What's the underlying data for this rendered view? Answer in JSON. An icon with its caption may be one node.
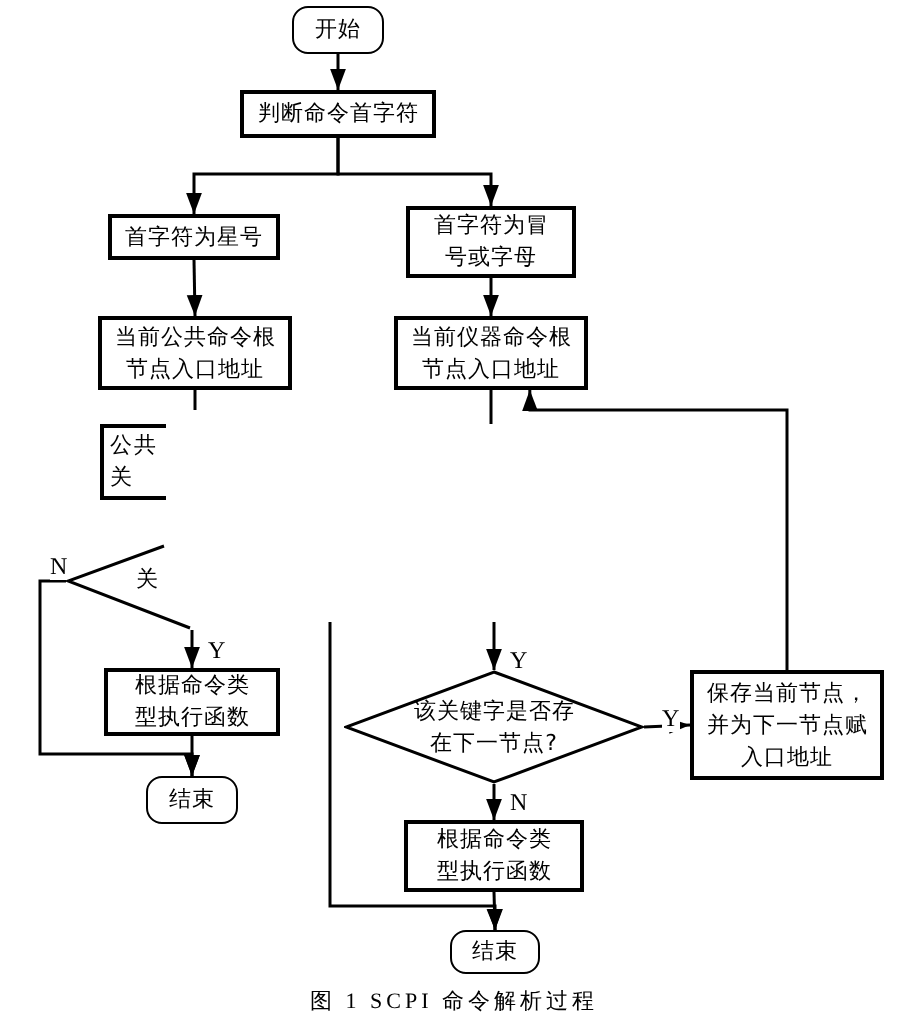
{
  "diagram": {
    "caption": "图 1 SCPI 命令解析过程",
    "nodes": [
      {
        "text": [
          "开始"
        ]
      },
      {
        "text": [
          "判断命令首字符"
        ]
      },
      {
        "text": [
          "首字符为星号"
        ]
      },
      {
        "text": [
          "首字符为冒号或字母"
        ]
      },
      {
        "text": [
          "当前公共命令根节点入口地址"
        ]
      },
      {
        "text": [
          "当前仪器命令根节点入口地址"
        ]
      },
      {
        "text": [
          "公共关"
        ]
      },
      {
        "text": [
          "关"
        ]
      },
      {
        "text": [
          "根据命令类型执行函数"
        ]
      },
      {
        "text": [
          "结束"
        ]
      },
      {
        "text": [
          "该关键字是否存在下一节点?"
        ]
      },
      {
        "text": [
          "保存当前节点，并为下一节点赋入口地址"
        ]
      },
      {
        "text": [
          "根据命令类型执行函数"
        ]
      },
      {
        "text": [
          "结束"
        ]
      }
    ],
    "edges": [
      {
        "from": 0,
        "to": 1,
        "arrow": "to"
      },
      {
        "from": 1,
        "to": 2,
        "arrow": "to"
      },
      {
        "from": 1,
        "to": 3,
        "arrow": "to"
      },
      {
        "from": 2,
        "to": 4,
        "arrow": "to"
      },
      {
        "from": 3,
        "to": 5,
        "arrow": "to"
      },
      {
        "from": 4,
        "to": null,
        "arrow": "none"
      },
      {
        "from": 5,
        "to": null,
        "arrow": "none"
      },
      {
        "from": 11,
        "to": 5,
        "arrow": "to"
      },
      {
        "from": 7,
        "to": 8,
        "arrow": "to",
        "label": "Y"
      },
      {
        "from": 7,
        "to": 9,
        "arrow": "to",
        "label": "N"
      },
      {
        "from": 8,
        "to": 9,
        "arrow": "to"
      },
      {
        "from": null,
        "to": 10,
        "arrow": "to",
        "label": "Y"
      },
      {
        "from": 10,
        "to": 11,
        "arrow": "to",
        "label": "Y"
      },
      {
        "from": 10,
        "to": 12,
        "arrow": "to",
        "label": "N"
      },
      {
        "from": 12,
        "to": 13,
        "arrow": "to"
      },
      {
        "from": null,
        "to": 13,
        "arrow": "to"
      }
    ]
  }
}
